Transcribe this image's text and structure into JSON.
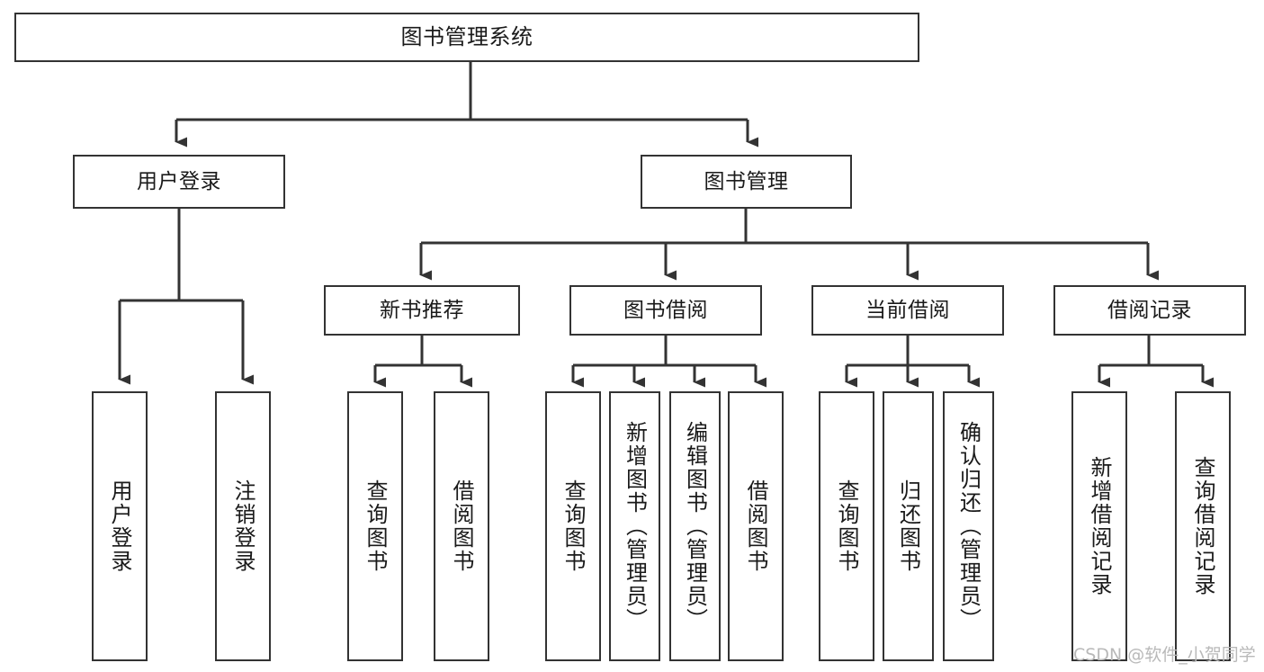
{
  "diagram": {
    "type": "tree",
    "title": "图书管理系统",
    "orientation": "top-down",
    "colors": {
      "background": "#ffffff",
      "node_border": "#333333",
      "node_fill": "#ffffff",
      "text": "#1a1a1a",
      "connector": "#333333",
      "watermark": "#b9b9b9"
    }
  },
  "root": {
    "label": "图书管理系统"
  },
  "tier2": [
    {
      "label": "用户登录"
    },
    {
      "label": "图书管理"
    }
  ],
  "tier3": [
    {
      "label": "新书推荐"
    },
    {
      "label": "图书借阅"
    },
    {
      "label": "当前借阅"
    },
    {
      "label": "借阅记录"
    }
  ],
  "leaves": {
    "user_login": [
      {
        "label": "用户登录"
      },
      {
        "label": "注销登录"
      }
    ],
    "new_book_recommend": [
      {
        "label": "查询图书"
      },
      {
        "label": "借阅图书"
      }
    ],
    "book_borrow": [
      {
        "label": "查询图书"
      },
      {
        "label": "新增图书（管理员）"
      },
      {
        "label": "编辑图书（管理员）"
      },
      {
        "label": "借阅图书"
      }
    ],
    "current_borrow": [
      {
        "label": "查询图书"
      },
      {
        "label": "归还图书"
      },
      {
        "label": "确认归还（管理员）"
      }
    ],
    "borrow_record": [
      {
        "label": "新增借阅记录"
      },
      {
        "label": "查询借阅记录"
      }
    ]
  },
  "watermark": {
    "text": "CSDN @软件_小贺同学"
  }
}
